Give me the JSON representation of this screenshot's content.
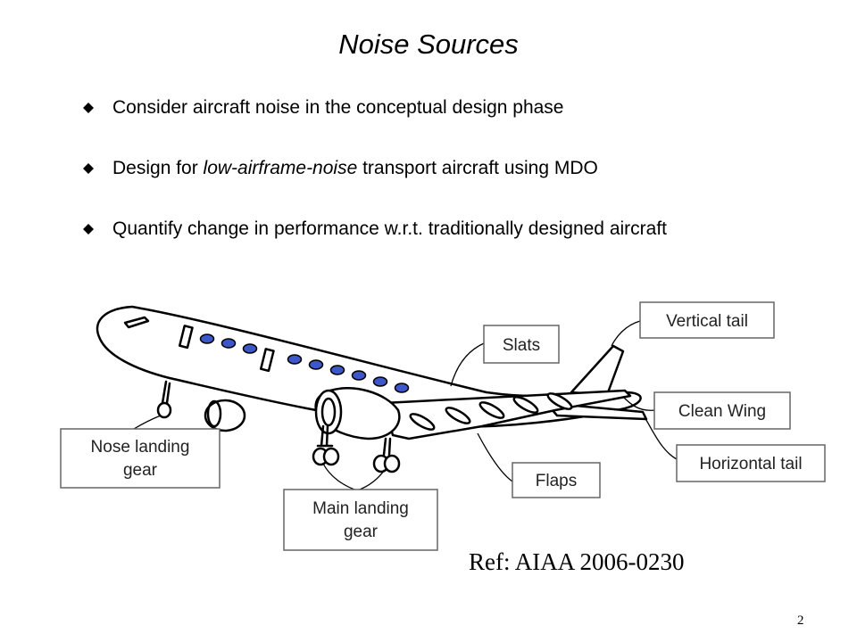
{
  "slide": {
    "title": "Noise Sources",
    "bullets": [
      {
        "pre": "Consider aircraft noise in the conceptual design phase",
        "em": "",
        "post": ""
      },
      {
        "pre": "Design for ",
        "em": "low-airframe-noise",
        "post": " transport aircraft using MDO"
      },
      {
        "pre": "Quantify change in performance w.r.t. traditionally designed aircraft",
        "em": "",
        "post": ""
      }
    ],
    "bullet_icon": "diamond-bullet-icon",
    "reference": "Ref: AIAA 2006-0230",
    "page_number": "2"
  },
  "diagram": {
    "labels": {
      "vertical_tail": "Vertical tail",
      "slats": "Slats",
      "clean_wing": "Clean Wing",
      "horizontal_tail": "Horizontal tail",
      "flaps": "Flaps",
      "nose_gear_line1": "Nose landing",
      "nose_gear_line2": "gear",
      "main_gear_line1": "Main landing",
      "main_gear_line2": "gear"
    },
    "colors": {
      "window_fill": "#3d57c9",
      "outline": "#000000",
      "label_box_stroke": "#666666"
    }
  }
}
